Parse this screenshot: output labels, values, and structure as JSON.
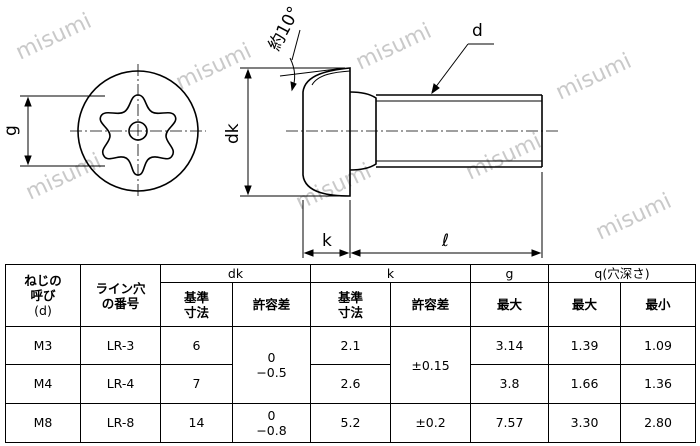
{
  "watermark": "misumi",
  "drawing": {
    "label_g": "g",
    "label_dk": "dk",
    "label_k": "k",
    "label_l": "ℓ",
    "label_d": "d",
    "label_angle": "約10°"
  },
  "table": {
    "header": {
      "col1_line1": "ねじの",
      "col1_line2": "呼び",
      "col1_line3": "(d)",
      "col2_line1": "ライン穴",
      "col2_line2": "の番号",
      "dk": "dk",
      "k": "k",
      "g": "g",
      "q": "q(穴深さ)",
      "basis_line1": "基準",
      "basis_line2": "寸法",
      "tolerance": "許容差",
      "max": "最大",
      "max2": "最大",
      "min": "最小",
      "k_basis_line1": "基準",
      "k_basis_line2": "寸法",
      "k_tolerance": "許容差"
    },
    "rows": [
      {
        "size": "M3",
        "line": "LR-3",
        "dk": "6",
        "k": "2.1",
        "g": "3.14",
        "q_max": "1.39",
        "q_min": "1.09"
      },
      {
        "size": "M4",
        "line": "LR-4",
        "dk": "7",
        "k": "2.6",
        "g": "3.8",
        "q_max": "1.66",
        "q_min": "1.36"
      },
      {
        "size": "M8",
        "line": "LR-8",
        "dk": "14",
        "k": "5.2",
        "g": "7.57",
        "q_max": "3.30",
        "q_min": "2.80"
      }
    ],
    "dk_tol_a_upper": "0",
    "dk_tol_a_lower": "−0.5",
    "k_tol_a": "±0.15",
    "dk_tol_b_upper": "0",
    "dk_tol_b_lower": "−0.8",
    "k_tol_b": "±0.2"
  }
}
